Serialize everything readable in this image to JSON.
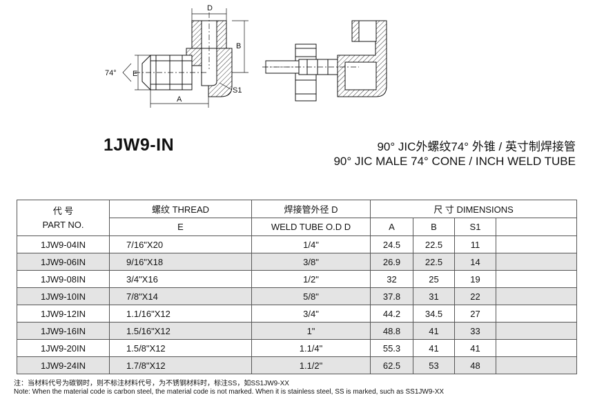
{
  "drawing": {
    "dim_D": "D",
    "dim_B": "B",
    "dim_E": "E",
    "dim_A": "A",
    "dim_S1": "S1",
    "angle": "74°"
  },
  "product_code": "1JW9-IN",
  "title_cn": "90° JIC外螺纹74° 外锥 / 英寸制焊接管",
  "title_en": "90° JIC MALE 74° CONE / INCH WELD TUBE",
  "table": {
    "header": {
      "part_cn": "代 号",
      "part_en": "PART NO.",
      "thread": "螺纹 THREAD",
      "thread_e": "E",
      "weld_cn": "焊接管外径   D",
      "weld_en": "WELD TUBE O.D  D",
      "dims": "尺   寸      DIMENSIONS",
      "col_a": "A",
      "col_b": "B",
      "col_s1": "S1"
    },
    "rows": [
      {
        "part": "1JW9-04IN",
        "thread": "7/16\"X20",
        "od": "1/4\"",
        "a": "24.5",
        "b": "22.5",
        "s1": "11"
      },
      {
        "part": "1JW9-06IN",
        "thread": "9/16\"X18",
        "od": "3/8\"",
        "a": "26.9",
        "b": "22.5",
        "s1": "14"
      },
      {
        "part": "1JW9-08IN",
        "thread": "3/4\"X16",
        "od": "1/2\"",
        "a": "32",
        "b": "25",
        "s1": "19"
      },
      {
        "part": "1JW9-10IN",
        "thread": "7/8\"X14",
        "od": "5/8\"",
        "a": "37.8",
        "b": "31",
        "s1": "22"
      },
      {
        "part": "1JW9-12IN",
        "thread": "1.1/16\"X12",
        "od": "3/4\"",
        "a": "44.2",
        "b": "34.5",
        "s1": "27"
      },
      {
        "part": "1JW9-16IN",
        "thread": "1.5/16\"X12",
        "od": "1\"",
        "a": "48.8",
        "b": "41",
        "s1": "33"
      },
      {
        "part": "1JW9-20IN",
        "thread": "1.5/8\"X12",
        "od": "1.1/4\"",
        "a": "55.3",
        "b": "41",
        "s1": "41"
      },
      {
        "part": "1JW9-24IN",
        "thread": "1.7/8\"X12",
        "od": "1.1/2\"",
        "a": "62.5",
        "b": "53",
        "s1": "48"
      }
    ]
  },
  "note_cn": "注：当材料代号为碳钢时，则不标注材料代号，为不锈钢材料时，标注SS，如SS1JW9-XX",
  "note_en": "Note: When the material code is carbon steel, the material code is not marked. When it is stainless steel, SS is marked, such as SS1JW9-XX"
}
